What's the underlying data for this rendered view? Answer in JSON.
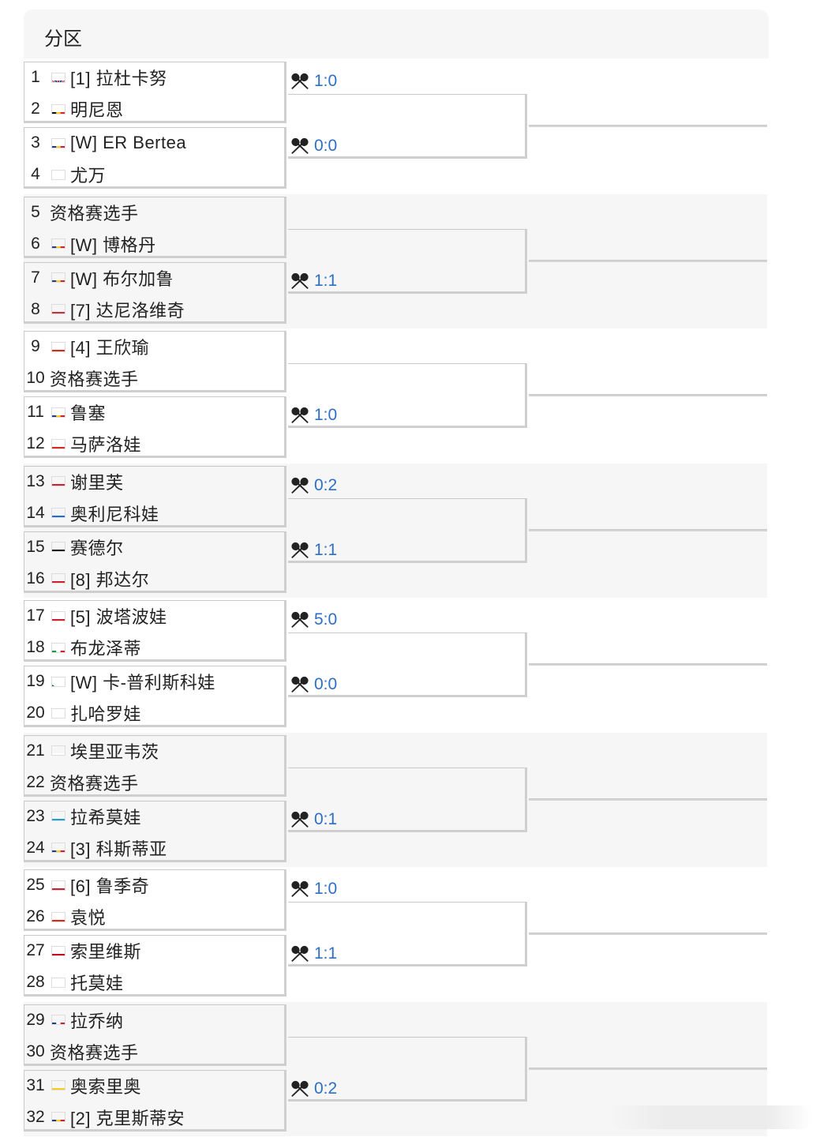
{
  "header": {
    "title": "分区"
  },
  "players": [
    {
      "num": "1",
      "flag": "gb",
      "name": "[1] 拉杜卡努"
    },
    {
      "num": "2",
      "flag": "be",
      "name": "明尼恩"
    },
    {
      "num": "3",
      "flag": "ro",
      "name": "[W] ER Bertea"
    },
    {
      "num": "4",
      "flag": "si",
      "name": "尤万"
    },
    {
      "num": "5",
      "flag": "",
      "name": "资格赛选手"
    },
    {
      "num": "6",
      "flag": "ro",
      "name": "[W] 博格丹"
    },
    {
      "num": "7",
      "flag": "ro",
      "name": "[W] 布尔加鲁"
    },
    {
      "num": "8",
      "flag": "rs",
      "name": "[7] 达尼洛维奇"
    },
    {
      "num": "9",
      "flag": "cn",
      "name": "[4] 王欣瑜"
    },
    {
      "num": "10",
      "flag": "",
      "name": "资格赛选手"
    },
    {
      "num": "11",
      "flag": "ro",
      "name": "鲁塞"
    },
    {
      "num": "12",
      "flag": "ch",
      "name": "马萨洛娃"
    },
    {
      "num": "13",
      "flag": "eg",
      "name": "谢里芙"
    },
    {
      "num": "14",
      "flag": "ua",
      "name": "奥利尼科娃"
    },
    {
      "num": "15",
      "flag": "de",
      "name": "赛德尔"
    },
    {
      "num": "16",
      "flag": "hu",
      "name": "[8] 邦达尔"
    },
    {
      "num": "17",
      "flag": "at",
      "name": "[5] 波塔波娃"
    },
    {
      "num": "18",
      "flag": "it",
      "name": "布龙泽蒂"
    },
    {
      "num": "19",
      "flag": "cz",
      "name": "[W] 卡-普利斯科娃"
    },
    {
      "num": "20",
      "flag": "ru",
      "name": "扎哈罗娃"
    },
    {
      "num": "21",
      "flag": "si",
      "name": "埃里亚韦茨"
    },
    {
      "num": "22",
      "flag": "",
      "name": "资格赛选手"
    },
    {
      "num": "23",
      "flag": "uz",
      "name": "拉希莫娃"
    },
    {
      "num": "24",
      "flag": "ro",
      "name": "[3] 科斯蒂亚"
    },
    {
      "num": "25",
      "flag": "hr",
      "name": "[6] 鲁季奇"
    },
    {
      "num": "26",
      "flag": "cn",
      "name": "袁悦"
    },
    {
      "num": "27",
      "flag": "es",
      "name": "索里维斯"
    },
    {
      "num": "28",
      "flag": "bg",
      "name": "托莫娃"
    },
    {
      "num": "29",
      "flag": "fr",
      "name": "拉乔纳"
    },
    {
      "num": "30",
      "flag": "",
      "name": "资格赛选手"
    },
    {
      "num": "31",
      "flag": "co",
      "name": "奥索里奥"
    },
    {
      "num": "32",
      "flag": "ro",
      "name": "[2] 克里斯蒂安"
    }
  ],
  "h2h": [
    {
      "section": 0,
      "pair": 0,
      "score": "1:0"
    },
    {
      "section": 0,
      "pair": 1,
      "score": "0:0"
    },
    {
      "section": 1,
      "pair": 1,
      "score": "1:1"
    },
    {
      "section": 2,
      "pair": 1,
      "score": "1:0"
    },
    {
      "section": 3,
      "pair": 0,
      "score": "0:2"
    },
    {
      "section": 3,
      "pair": 1,
      "score": "1:1"
    },
    {
      "section": 4,
      "pair": 0,
      "score": "5:0"
    },
    {
      "section": 4,
      "pair": 1,
      "score": "0:0"
    },
    {
      "section": 5,
      "pair": 1,
      "score": "0:1"
    },
    {
      "section": 6,
      "pair": 0,
      "score": "1:0"
    },
    {
      "section": 6,
      "pair": 1,
      "score": "1:1"
    },
    {
      "section": 7,
      "pair": 1,
      "score": "0:2"
    }
  ],
  "icons": {
    "h2h": "crossed-rackets-icon"
  },
  "colors": {
    "score": "#2d6fc7",
    "alt_row": "#f6f6f7"
  }
}
